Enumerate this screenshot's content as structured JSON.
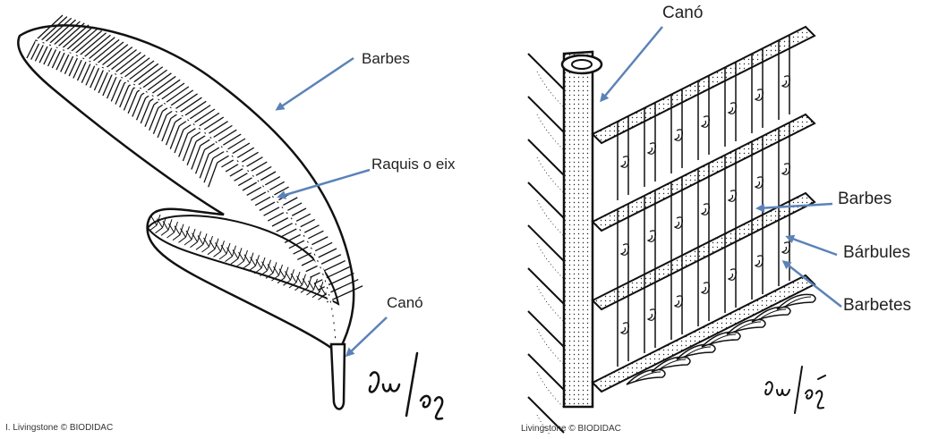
{
  "left_panel": {
    "labels": {
      "barbes": "Barbes",
      "raquis": "Raquis o eix",
      "cano": "Canó"
    },
    "credit": "I. Livingstone © BIODIDAC",
    "signature": "Iw/95"
  },
  "right_panel": {
    "labels": {
      "cano": "Canó",
      "barbes": "Barbes",
      "barbules": "Bárbules",
      "barbetes": "Barbetes"
    },
    "credit": "Livingstone © BIODIDAC",
    "signature": "Iw/95"
  },
  "colors": {
    "arrow": "#5b82b8",
    "ink": "#111111"
  }
}
